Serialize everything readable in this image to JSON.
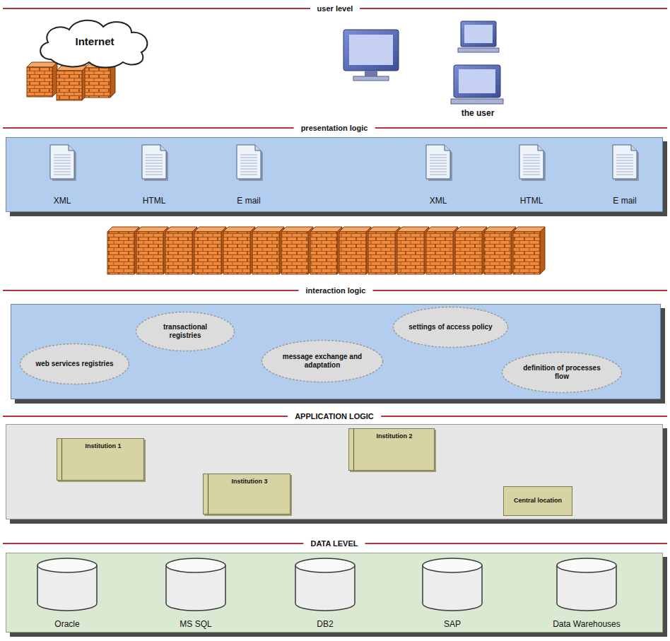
{
  "diagram": {
    "nodes": [
      {
        "text": [
          "Internet"
        ]
      },
      {
        "text": [
          "presentation logic"
        ]
      },
      {
        "text": [
          "XML"
        ],
        "in": 1
      },
      {
        "text": [
          "HTML"
        ],
        "in": 1
      },
      {
        "text": [
          "E mail"
        ],
        "in": 1
      },
      {
        "text": [
          "XML"
        ],
        "in": 1
      },
      {
        "text": [
          "HTML"
        ],
        "in": 1
      },
      {
        "text": [
          "E mail"
        ],
        "in": 1
      },
      {
        "text": [
          "interaction logic"
        ]
      },
      {
        "text": [
          "transactional registries"
        ],
        "in": 8
      },
      {
        "text": [
          "settings of access policy"
        ],
        "in": 8
      },
      {
        "text": [
          "web services registries"
        ],
        "in": 8
      },
      {
        "text": [
          "message exchange and adaptation"
        ],
        "in": 8
      },
      {
        "text": [
          "definition of processes flow"
        ],
        "in": 8
      },
      {
        "text": [
          "APPLICATION LOGIC"
        ]
      },
      {
        "text": [
          "Institution 1"
        ],
        "in": 14
      },
      {
        "text": [
          "Institution 2"
        ],
        "in": 14
      },
      {
        "text": [
          "Institution 3"
        ],
        "in": 14
      },
      {
        "text": [
          "Central location"
        ],
        "in": 14
      },
      {
        "text": [
          "DATA LEVEL"
        ]
      },
      {
        "text": [
          "Oracle"
        ],
        "in": 19
      },
      {
        "text": [
          "MS SQL"
        ],
        "in": 19
      },
      {
        "text": [
          "DB2"
        ],
        "in": 19
      },
      {
        "text": [
          "SAP"
        ],
        "in": 19
      },
      {
        "text": [
          "Data Warehouses"
        ],
        "in": 19
      }
    ],
    "labels": [
      "user level",
      "the user"
    ]
  }
}
